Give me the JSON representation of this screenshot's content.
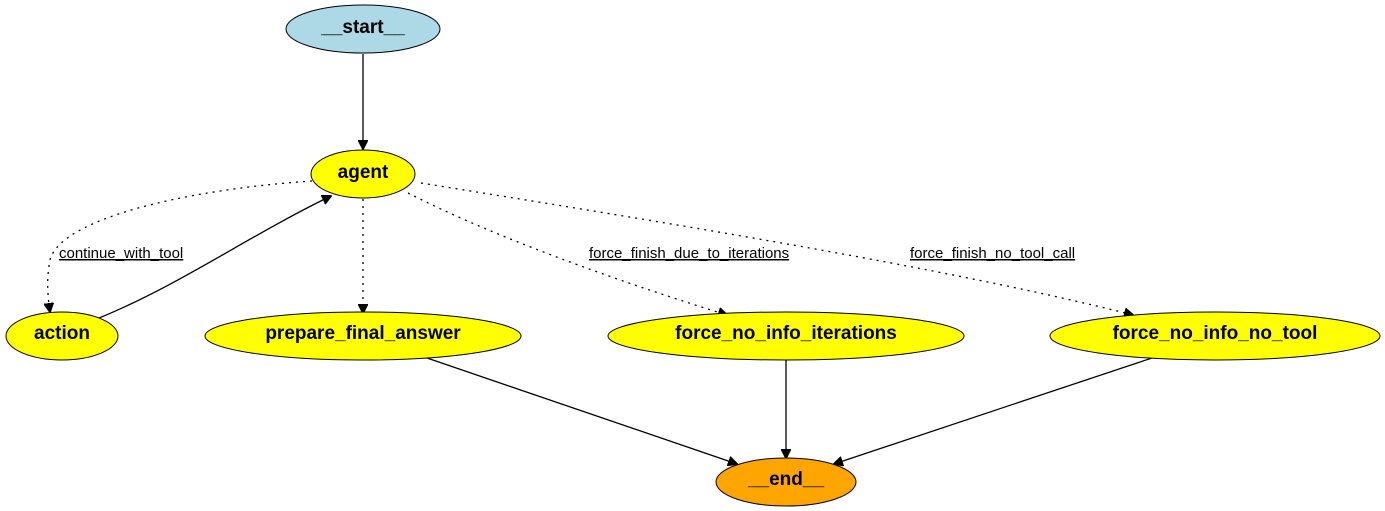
{
  "graph": {
    "nodes": {
      "start": {
        "label": "__start__",
        "color": "#add8e6"
      },
      "agent": {
        "label": "agent",
        "color": "#ffff00"
      },
      "action": {
        "label": "action",
        "color": "#ffff00"
      },
      "prepare_final_answer": {
        "label": "prepare_final_answer",
        "color": "#ffff00"
      },
      "force_no_info_iterations": {
        "label": "force_no_info_iterations",
        "color": "#ffff00"
      },
      "force_no_info_no_tool": {
        "label": "force_no_info_no_tool",
        "color": "#ffff00"
      },
      "end": {
        "label": "__end__",
        "color": "#ffa500"
      }
    },
    "edges": {
      "start_agent": {
        "from": "__start__",
        "to": "agent",
        "style": "solid"
      },
      "agent_action": {
        "from": "agent",
        "to": "action",
        "style": "dotted",
        "label": "continue_with_tool"
      },
      "action_agent": {
        "from": "action",
        "to": "agent",
        "style": "solid"
      },
      "agent_prepare": {
        "from": "agent",
        "to": "prepare_final_answer",
        "style": "dotted"
      },
      "agent_iterations": {
        "from": "agent",
        "to": "force_no_info_iterations",
        "style": "dotted",
        "label": "force_finish_due_to_iterations"
      },
      "agent_notool": {
        "from": "agent",
        "to": "force_no_info_no_tool",
        "style": "dotted",
        "label": "force_finish_no_tool_call"
      },
      "prepare_end": {
        "from": "prepare_final_answer",
        "to": "__end__",
        "style": "solid"
      },
      "iterations_end": {
        "from": "force_no_info_iterations",
        "to": "__end__",
        "style": "solid"
      },
      "notool_end": {
        "from": "force_no_info_no_tool",
        "to": "__end__",
        "style": "solid"
      }
    }
  }
}
